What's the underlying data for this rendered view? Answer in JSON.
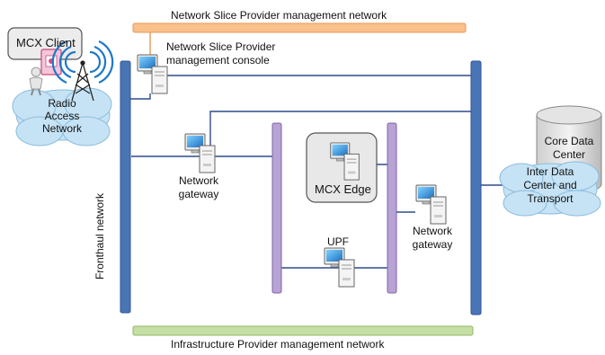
{
  "labels": {
    "top_network": "Network Slice Provider management network",
    "bottom_network": "Infrastructure Provider management network",
    "mcx_client": "MCX Client",
    "ran_line1": "Radio",
    "ran_line2": "Access",
    "ran_line3": "Network",
    "console_line1": "Network Slice Provider",
    "console_line2": "management console",
    "fronthaul": "Fronthaul network",
    "gateway1_line1": "Network",
    "gateway1_line2": "gateway",
    "mcx_edge": "MCX Edge",
    "upf": "UPF",
    "gateway2_line1": "Network",
    "gateway2_line2": "gateway",
    "core_line1": "Core Data",
    "core_line2": "Center",
    "inter_line1": "Inter Data",
    "inter_line2": "Center and",
    "inter_line3": "Transport"
  },
  "colors": {
    "top_bar": "#f9c08b",
    "bottom_bar": "#c5dfa4",
    "blue_bar": "#4a75b5",
    "purple_bar": "#b7a3d4",
    "cloud": "#c6e3f5",
    "link_line": "#2d4c8c"
  }
}
